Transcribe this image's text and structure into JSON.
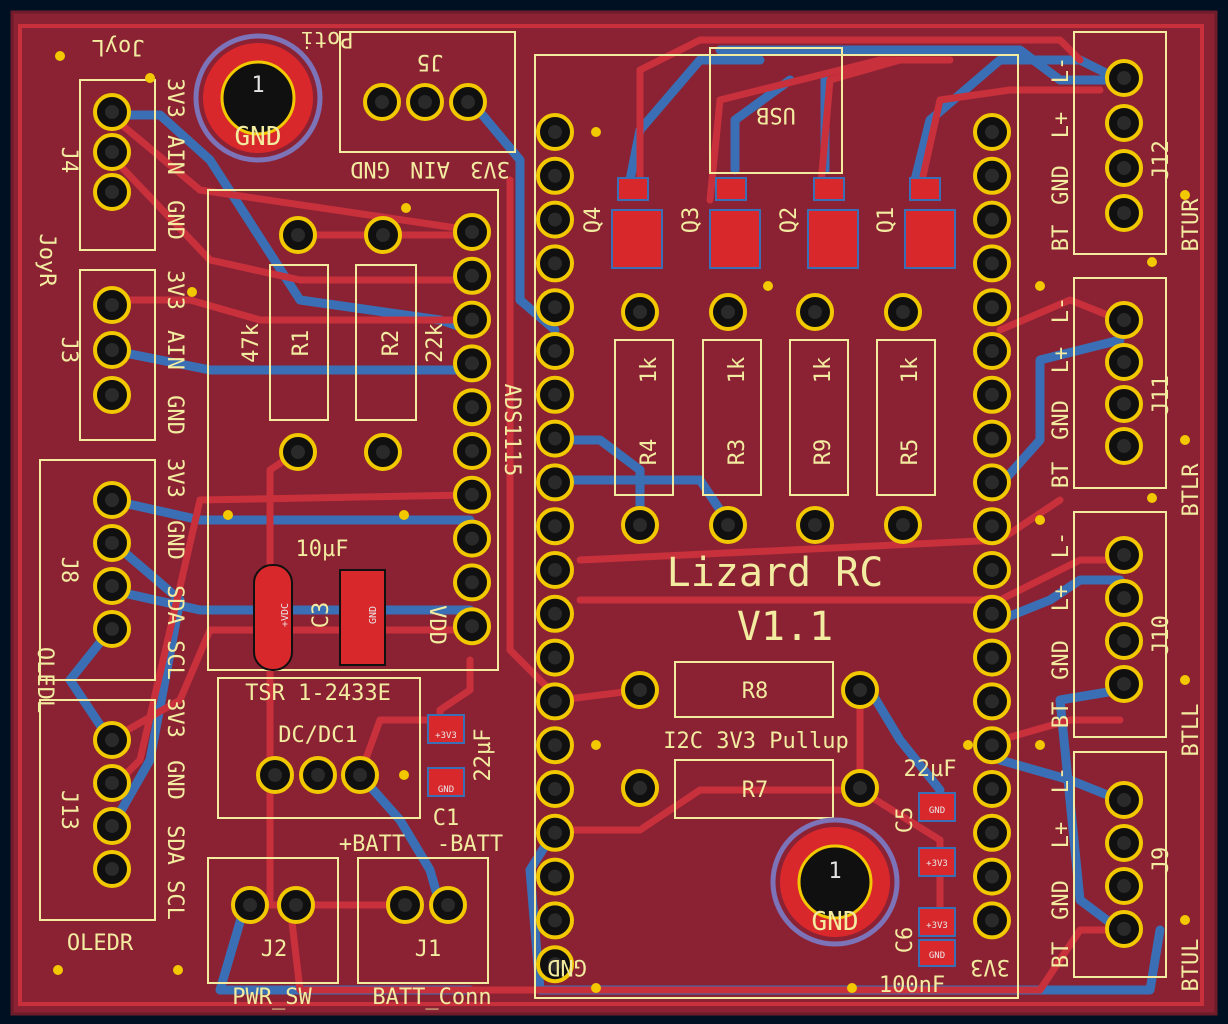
{
  "colors": {
    "background": "#001023",
    "board": "#8a2233",
    "trace_top": "#c8303c",
    "trace_bottom": "#3a6fb5",
    "silk": "#f2eba0",
    "pad": "#f2c800",
    "hole": "#101010"
  },
  "board": {
    "title": "Lizard RC",
    "version": "V1.1"
  },
  "connectors": {
    "j4": {
      "ref": "J4",
      "name": "JoyL",
      "pins": [
        "3V3",
        "AIN",
        "GND"
      ]
    },
    "j3": {
      "ref": "J3",
      "name": "JoyR",
      "pins": [
        "3V3",
        "AIN",
        "GND"
      ]
    },
    "j8": {
      "ref": "J8",
      "name": "OLEDL",
      "pins": [
        "3V3",
        "GND",
        "SDA",
        "SCL"
      ]
    },
    "j13": {
      "ref": "J13",
      "name": "OLEDR",
      "pins": [
        "3V3",
        "GND",
        "SDA",
        "SCL"
      ]
    },
    "j5": {
      "ref": "J5",
      "name": "Poti",
      "pins": [
        "3V3",
        "AIN",
        "GND"
      ]
    },
    "j2": {
      "ref": "J2",
      "name": "PWR_SW"
    },
    "j1": {
      "ref": "J1",
      "name": "BATT_Conn",
      "plus": "+BATT",
      "minus": "-BATT"
    },
    "j12": {
      "ref": "J12",
      "name": "BTUR",
      "pins": [
        "L-",
        "L+",
        "GND",
        "BT"
      ]
    },
    "j11": {
      "ref": "J11",
      "name": "BTLR",
      "pins": [
        "L-",
        "L+",
        "GND",
        "BT"
      ]
    },
    "j10": {
      "ref": "J10",
      "name": "BTLL",
      "pins": [
        "L-",
        "L+",
        "GND",
        "BT"
      ]
    },
    "j9": {
      "ref": "J9",
      "name": "BTUL",
      "pins": [
        "L-",
        "L+",
        "GND",
        "BT"
      ]
    }
  },
  "components": {
    "r1": {
      "ref": "R1",
      "value": "47k"
    },
    "r2": {
      "ref": "R2",
      "value": "22k"
    },
    "r3": {
      "ref": "R3",
      "value": "1k"
    },
    "r4": {
      "ref": "R4",
      "value": "1k"
    },
    "r5": {
      "ref": "R5",
      "value": "1k"
    },
    "r9": {
      "ref": "R9",
      "value": "1k"
    },
    "r7": {
      "ref": "R7"
    },
    "r8": {
      "ref": "R8"
    },
    "pullup_label": "I2C 3V3 Pullup",
    "q1": "Q1",
    "q2": "Q2",
    "q3": "Q3",
    "q4": "Q4",
    "c1": {
      "ref": "C1",
      "value": "22µF",
      "pin1": "+3V3",
      "pin2": "GND"
    },
    "c3": {
      "ref": "C3",
      "value": "10µF",
      "pin1": "+VDC",
      "pin2": "GND"
    },
    "c5": {
      "ref": "C5",
      "value": "22µF",
      "pin1": "+3V3",
      "pin2": "GND"
    },
    "c6": {
      "ref": "C6",
      "value": "100nF",
      "pin1": "+3V3",
      "pin2": "GND"
    },
    "adc": {
      "name": "ADS1115",
      "vdd": "VDD"
    },
    "dcdc": {
      "part": "TSR 1-2433E",
      "name": "DC/DC1"
    },
    "mcu": {
      "usb": "USB",
      "gnd": "GND",
      "v33": "3V3"
    },
    "mount_holes": {
      "number": "1",
      "label": "GND"
    }
  }
}
